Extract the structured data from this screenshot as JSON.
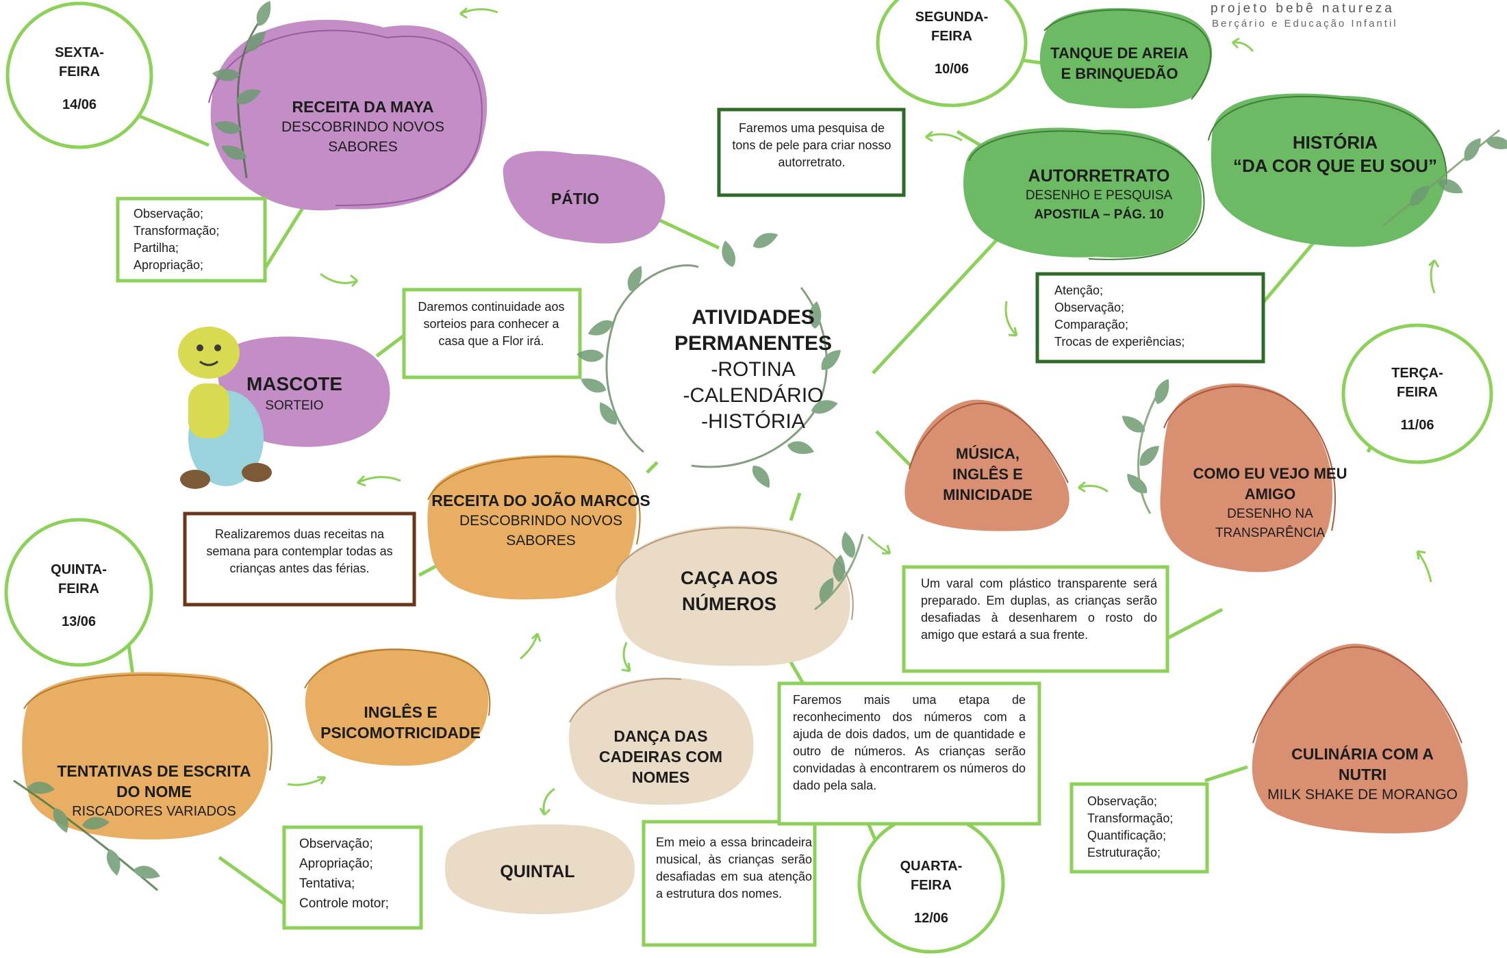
{
  "brand": {
    "name": "projeto bebê natureza",
    "subtitle": "Berçário e Educação Infantil"
  },
  "center": {
    "title": "ATIVIDADES PERMANENTES",
    "items": [
      "-ROTINA",
      "-CALENDÁRIO",
      "-HISTÓRIA"
    ]
  },
  "colors": {
    "green_line": "#8dd05a",
    "dark_green": "#2e6b2a",
    "brown_border": "#6b3517",
    "purple": "#b77fba",
    "green_blob": "#6cbb64",
    "salmon": "#d68b6c",
    "orange": "#e8ae63",
    "beige": "#e8d6bf"
  },
  "days": {
    "friday": {
      "name": "SEXTA-FEIRA",
      "date": "14/06"
    },
    "monday": {
      "name": "SEGUNDA-FEIRA",
      "date": "10/06"
    },
    "tuesday": {
      "name": "TERÇA-FEIRA",
      "date": "11/06"
    },
    "wednesday": {
      "name": "QUARTA-FEIRA",
      "date": "12/06"
    },
    "thursday": {
      "name": "QUINTA-FEIRA",
      "date": "13/06"
    }
  },
  "activities": {
    "receita_maya": {
      "title": "RECEITA DA MAYA",
      "subtitle": "DESCOBRINDO NOVOS SABORES"
    },
    "patio": {
      "title": "PÁTIO"
    },
    "mascote": {
      "title": "MASCOTE",
      "subtitle": "SORTEIO"
    },
    "receita_joao": {
      "title": "RECEITA DO JOÃO MARCOS",
      "subtitle": "DESCOBRINDO NOVOS SABORES"
    },
    "caca": {
      "title": "CAÇA AOS NÚMEROS"
    },
    "ingles_psico": {
      "title": "INGLÊS E PSICOMOTRICIDADE"
    },
    "danca": {
      "title": "DANÇA DAS CADEIRAS COM NOMES"
    },
    "quintal": {
      "title": "QUINTAL"
    },
    "tentativas": {
      "title": "TENTATIVAS DE ESCRITA DO NOME",
      "subtitle": "RISCADORES VARIADOS"
    },
    "tanque": {
      "title": "TANQUE DE AREIA E BRINQUEDÃO"
    },
    "autorretrato": {
      "title": "AUTORRETRATO",
      "subtitle": "DESENHO E PESQUISA",
      "extra": "APOSTILA – PÁG. 10"
    },
    "historia": {
      "title": "HISTÓRIA",
      "subtitle": "“DA COR QUE EU SOU”"
    },
    "musica": {
      "title": "MÚSICA, INGLÊS E MINICIDADE"
    },
    "como_vejo": {
      "title": "COMO EU VEJO MEU AMIGO",
      "subtitle": "DESENHO NA TRANSPARÊNCIA"
    },
    "culinaria": {
      "title": "CULINÁRIA COM A NUTRI",
      "subtitle": "MILK SHAKE DE MORANGO"
    }
  },
  "notes": {
    "maya_skills": [
      "Observação;",
      "Transformação;",
      "Partilha;",
      "Apropriação;"
    ],
    "mascote_note": "Daremos continuidade aos sorteios para conhecer a casa que a Flor irá.",
    "receitas_note": "Realizaremos duas receitas na semana para contemplar todas as crianças antes das férias.",
    "tentativas_skills": [
      "Observação;",
      "Apropriação;",
      "Tentativa;",
      "Controle motor;"
    ],
    "danca_note": "Em meio a essa brincadeira musical, às crianças serão desafiadas em sua atenção a estrutura dos nomes.",
    "caca_note": "Faremos mais uma etapa de reconhecimento dos números com a ajuda de dois dados, um de quantidade e outro de números. As crianças serão convidadas à encontrarem os números do dado pela sala.",
    "varal_note": "Um varal com plástico transparente será preparado. Em duplas, as crianças serão desafiadas à desenharem o rosto do amigo que estará a sua frente.",
    "pesquisa_note": "Faremos uma pesquisa de tons de pele para criar nosso autorretrato.",
    "autorretrato_skills": [
      "Atenção;",
      "Observação;",
      "Comparação;",
      "Trocas de experiências;"
    ],
    "culinaria_skills": [
      "Observação;",
      "Transformação;",
      "Quantificação;",
      "Estruturação;"
    ]
  }
}
